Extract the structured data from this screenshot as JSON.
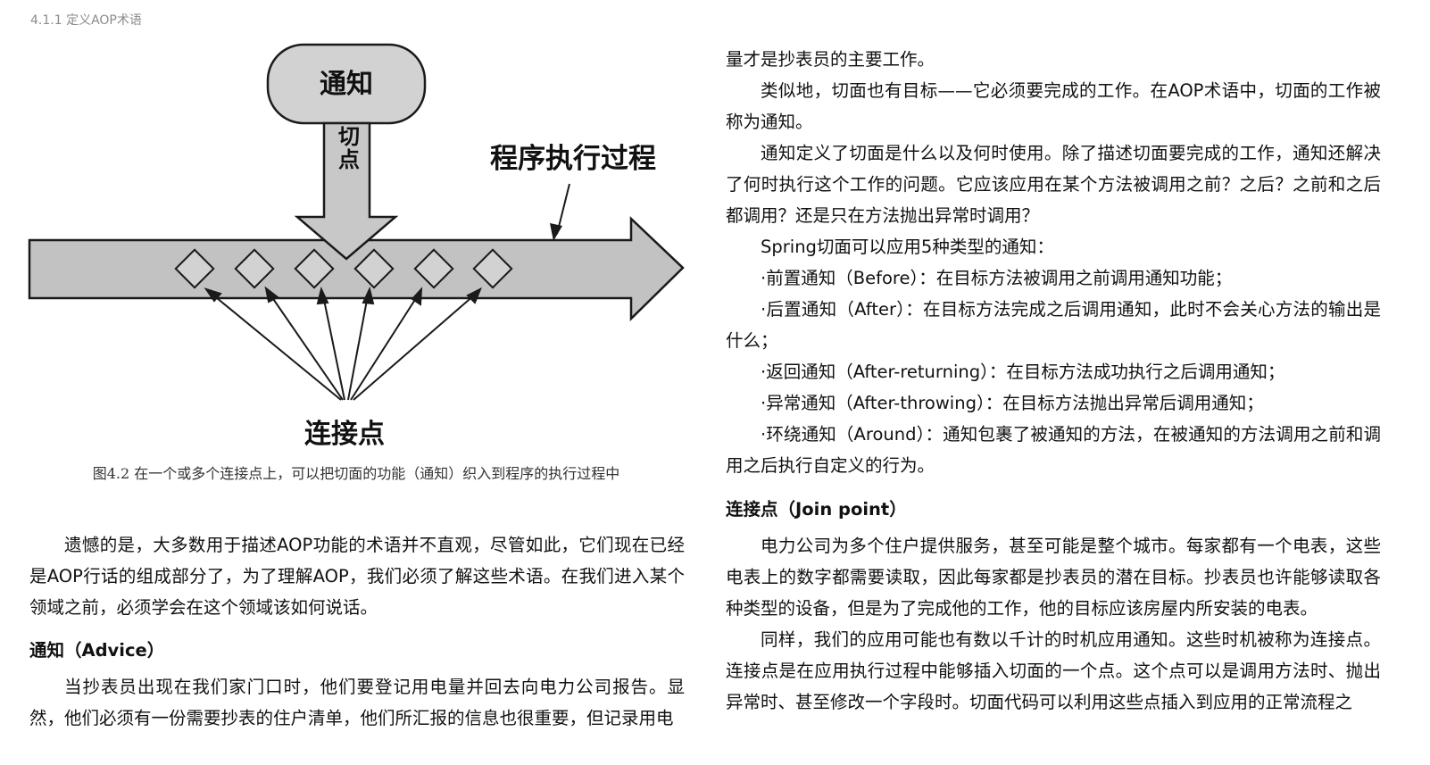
{
  "running_head": "4.1.1 定义AOP术语",
  "figure": {
    "advice_label": "通知",
    "pointcut_label": "切点",
    "execution_label": "程序执行过程",
    "joinpoints_label": "连接点",
    "caption": "图4.2  在一个或多个连接点上，可以把切面的功能（通知）织入到程序的执行过程中"
  },
  "left_column": {
    "para1": "遗憾的是，大多数用于描述AOP功能的术语并不直观，尽管如此，它们现在已经是AOP行话的组成部分了，为了理解AOP，我们必须了解这些术语。在我们进入某个领域之前，必须学会在这个领域该如何说话。",
    "heading_advice": "通知（Advice）",
    "para2": "当抄表员出现在我们家门口时，他们要登记用电量并回去向电力公司报告。显然，他们必须有一份需要抄表的住户清单，他们所汇报的信息也很重要，但记录用电"
  },
  "right_column": {
    "para_cont": "量才是抄表员的主要工作。",
    "para_aspect": "类似地，切面也有目标——它必须要完成的工作。在AOP术语中，切面的工作被称为通知。",
    "para_define": "通知定义了切面是什么以及何时使用。除了描述切面要完成的工作，通知还解决了何时执行这个工作的问题。它应该应用在某个方法被调用之前？之后？之前和之后都调用？还是只在方法抛出异常时调用？",
    "para_types": "Spring切面可以应用5种类型的通知：",
    "advice_types": [
      "·前置通知（Before）：在目标方法被调用之前调用通知功能；",
      "·后置通知（After）：在目标方法完成之后调用通知，此时不会关心方法的输出是什么；",
      "·返回通知（After-returning）：在目标方法成功执行之后调用通知；",
      "·异常通知（After-throwing）：在目标方法抛出异常后调用通知；",
      "·环绕通知（Around）：通知包裹了被通知的方法，在被通知的方法调用之前和调用之后执行自定义的行为。"
    ],
    "heading_joinpoint": "连接点（Join point）",
    "para_joinpoint1": "电力公司为多个住户提供服务，甚至可能是整个城市。每家都有一个电表，这些电表上的数字都需要读取，因此每家都是抄表员的潜在目标。抄表员也许能够读取各种类型的设备，但是为了完成他的工作，他的目标应该房屋内所安装的电表。",
    "para_joinpoint2": "同样，我们的应用可能也有数以千计的时机应用通知。这些时机被称为连接点。连接点是在应用执行过程中能够插入切面的一个点。这个点可以是调用方法时、抛出异常时、甚至修改一个字段时。切面代码可以利用这些点插入到应用的正常流程之"
  },
  "colors": {
    "arrow_fill": "#c2c2c2",
    "box_fill": "#d2d2d2",
    "stroke": "#1a1a1a",
    "running_head": "#8a8a8a"
  }
}
